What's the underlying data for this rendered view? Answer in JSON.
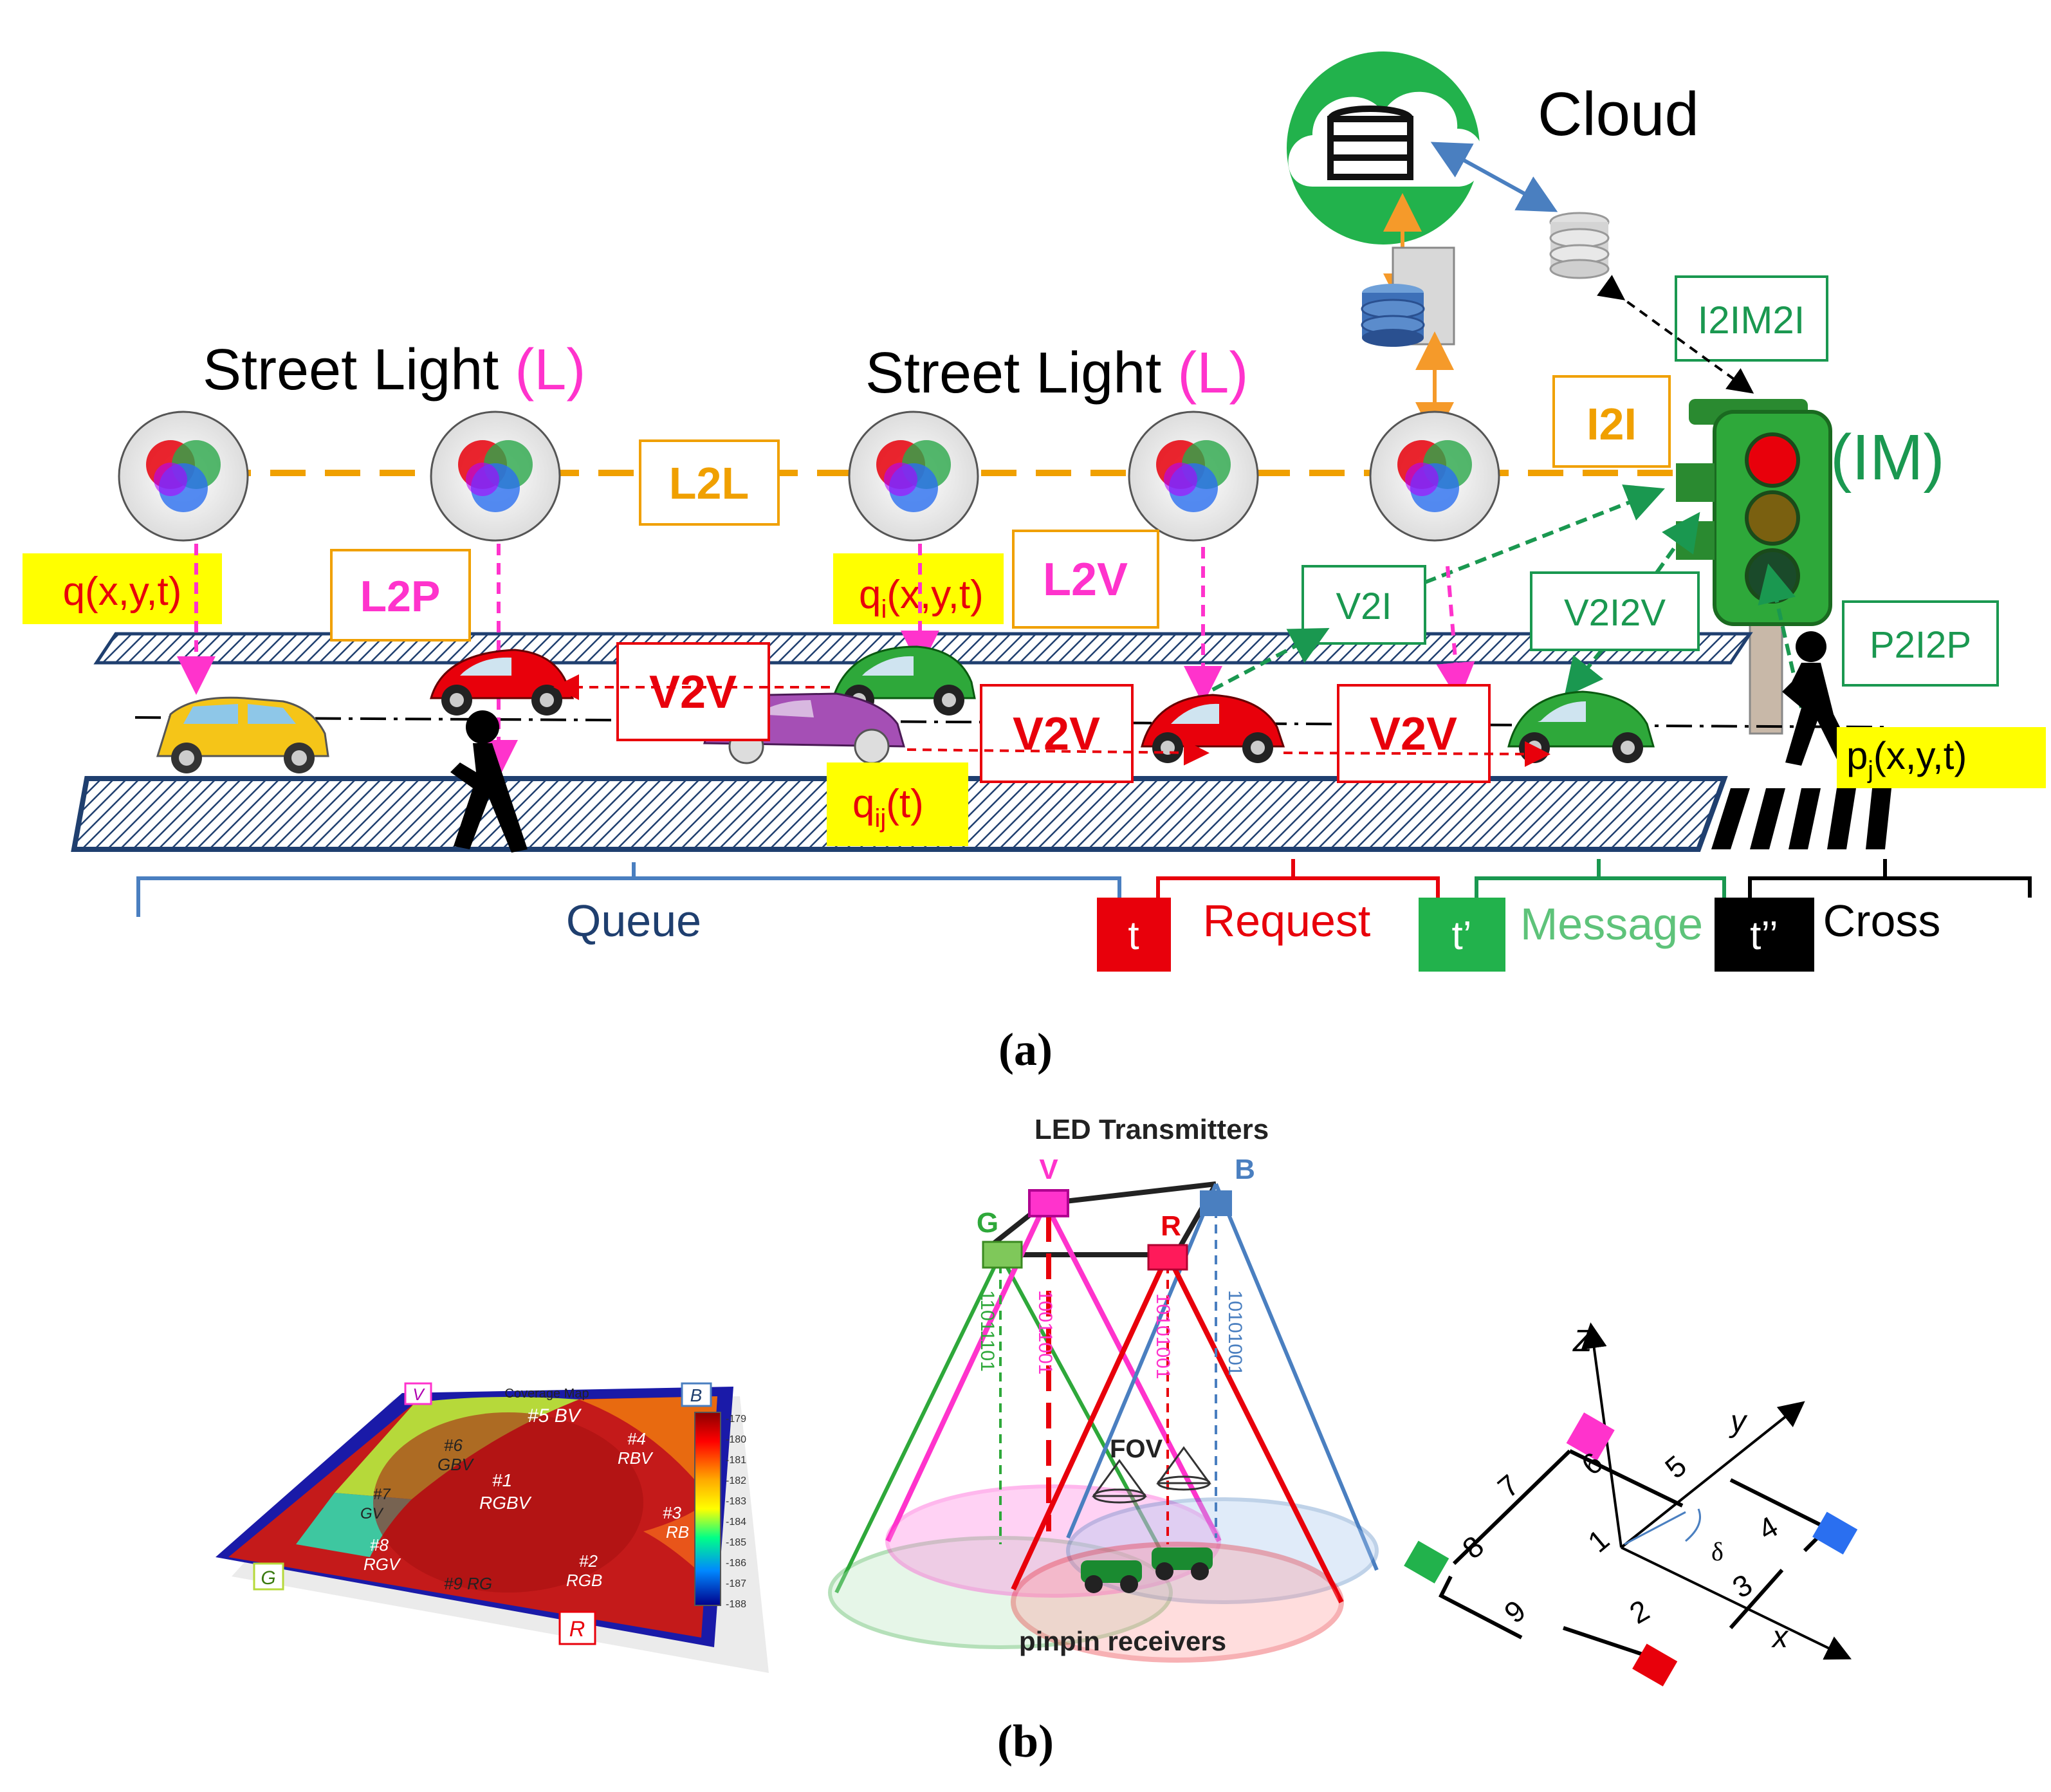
{
  "panel_a": {
    "cloud_label": "Cloud",
    "street_light_1": {
      "text": "Street Light",
      "suffix": "(L)"
    },
    "street_light_2": {
      "text": "Street Light",
      "suffix": "(L)"
    },
    "im_label": "(IM)",
    "links": {
      "l2l": "L2L",
      "l2p": "L2P",
      "l2v": "L2V",
      "i2i": "I2I",
      "i2im2i": "I2IM2I",
      "v2i": "V2I",
      "v2i2v": "V2I2V",
      "p2i2p": "P2I2P",
      "v2v_1": "V2V",
      "v2v_2": "V2V",
      "v2v_3": "V2V"
    },
    "queue_var": "q(x,y,t)",
    "qi_var": {
      "base": "q",
      "sub": "i",
      "rest": "(x,y,t)"
    },
    "qij_var": {
      "base": "q",
      "sub": "ij",
      "rest": "(t)"
    },
    "pj_var": {
      "base": "p",
      "sub": "j",
      "rest": "(x,y,t)"
    },
    "phases": {
      "queue": "Queue",
      "t_box": "t",
      "request": "Request",
      "tp_box": "t’",
      "message": "Message",
      "tpp_box": "t’’",
      "cross": "Cross"
    },
    "caption": "(a)",
    "colors": {
      "magenta": "#ff33cc",
      "orange": "#f0a000",
      "green": "#1a9850",
      "red": "#e8000b",
      "yellow": "#ffff00",
      "road_blue": "#1f3f6f"
    }
  },
  "panel_b": {
    "caption": "(b)",
    "coverage_map": {
      "title": "Coverage Map",
      "corners": {
        "v": "V",
        "b": "B",
        "g": "G",
        "r": "R"
      },
      "regions": {
        "r1": "#1",
        "r1b": "RGBV",
        "r2": "#2",
        "r2b": "RGB",
        "r3": "#3",
        "r3b": "RB",
        "r4": "#4",
        "r4b": "RBV",
        "r5": "#5 BV",
        "r6": "#6",
        "r6b": "GBV",
        "r7": "#7",
        "r7b": "GV",
        "r8": "#8",
        "r8b": "RGV",
        "r9": "#9 RG"
      },
      "scale_ticks": [
        "-179",
        "-180",
        "-181",
        "-182",
        "-183",
        "-184",
        "-185",
        "-186",
        "-187",
        "-188"
      ]
    },
    "cones": {
      "title": "LED Transmitters",
      "labels": {
        "v": "V",
        "b": "B",
        "g": "G",
        "r": "R"
      },
      "codes": {
        "g": "11011101",
        "v": "10011001",
        "r": "10101001",
        "b": "10101001"
      },
      "fov": "FOV",
      "receivers": "pinpin receivers"
    },
    "axes": {
      "z": "Z",
      "y": "y",
      "x": "x",
      "delta": "δ",
      "nums": {
        "n1": "1",
        "n2": "2",
        "n3": "3",
        "n4": "4",
        "n5": "5",
        "n6": "6",
        "n7": "7",
        "n8": "8",
        "n9": "9"
      }
    }
  }
}
